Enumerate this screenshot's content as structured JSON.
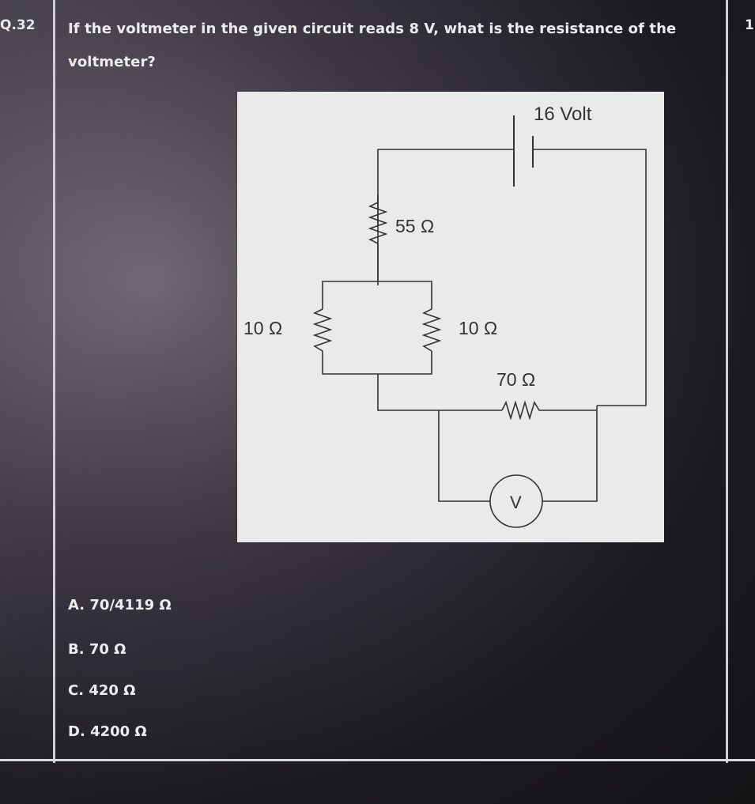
{
  "question": {
    "number": "Q.32",
    "text": "If the voltmeter in the given circuit reads 8 V, what is the resistance of the voltmeter?",
    "side_number": "1"
  },
  "circuit": {
    "battery_label": "16 Volt",
    "r_series_label": "55 Ω",
    "r_left_label": "10 Ω",
    "r_right_label": "10 Ω",
    "r_bottom_label": "70 Ω",
    "meter_label": "V"
  },
  "options": [
    {
      "label": "A.",
      "value": "70/4119 Ω"
    },
    {
      "label": "B.",
      "value": "70 Ω"
    },
    {
      "label": "C.",
      "value": "420 Ω"
    },
    {
      "label": "D.",
      "value": "4200 Ω"
    }
  ],
  "colors": {
    "text": "#ececee",
    "figure_bg": "#e9ebea",
    "wire": "#333333"
  }
}
